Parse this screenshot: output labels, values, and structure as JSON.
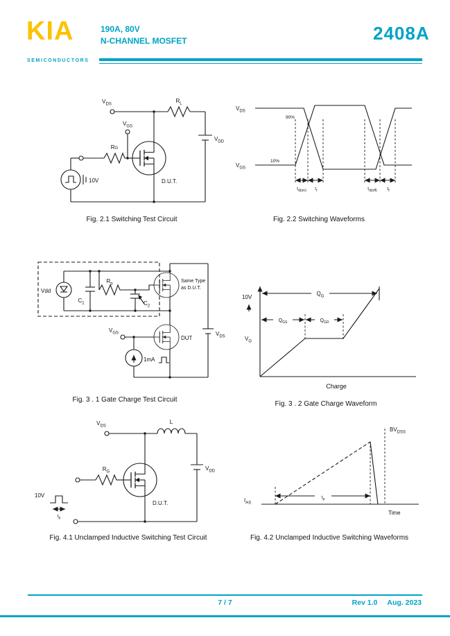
{
  "header": {
    "brand": "KIA",
    "brand_sub": "SEMICONDUCTORS",
    "rating": "190A, 80V",
    "device_type": "N-CHANNEL MOSFET",
    "part_number": "2408A"
  },
  "footer": {
    "page": "7 / 7",
    "revision": "Rev 1.0",
    "date": "Aug. 2023"
  },
  "colors": {
    "accent_cyan": "#00A3C6",
    "brand_yellow": "#FCC200"
  },
  "fig21": {
    "caption": "Fig. 2.1 Switching Test Circuit",
    "vds": {
      "t": "V",
      "s": "DS"
    },
    "rl": {
      "t": "R",
      "s": "L"
    },
    "vdd": {
      "t": "V",
      "s": "DD"
    },
    "vgs": {
      "t": "V",
      "s": "GS"
    },
    "rg": {
      "t": "R",
      "s": "G"
    },
    "pulse_v": "10V",
    "dut": "D.U.T."
  },
  "fig22": {
    "caption": "Fig. 2.2 Switching Waveforms",
    "vds": {
      "t": "V",
      "s": "DS"
    },
    "vgs": {
      "t": "V",
      "s": "GS"
    },
    "p90": "90%",
    "p10": "10%",
    "td_on": {
      "t": "t",
      "s": "d(on)"
    },
    "tr": {
      "t": "t",
      "s": "r"
    },
    "td_off": {
      "t": "t",
      "s": "d(off)"
    },
    "tf": {
      "t": "t",
      "s": "f"
    }
  },
  "fig31": {
    "caption": "Fig. 3 . 1 Gate Charge Test Circuit",
    "vdd": "Vdd",
    "c1": {
      "t": "C",
      "s": "1"
    },
    "rp": {
      "t": "R",
      "s": "p"
    },
    "c2": {
      "t": "C",
      "s": "2"
    },
    "same_type_1": "Same Type",
    "same_type_2": "as D.U.T.",
    "vgs": {
      "t": "V",
      "s": "GS"
    },
    "dut": "DUT",
    "gate_current": "1mA",
    "vds": {
      "t": "V",
      "s": "DS"
    }
  },
  "fig32": {
    "caption": "Fig. 3 . 2 Gate Charge Waveform",
    "v10": "10V",
    "vg": {
      "t": "V",
      "s": "G"
    },
    "qg": {
      "t": "Q",
      "s": "G"
    },
    "qgs": {
      "t": "Q",
      "s": "GS"
    },
    "qgd": {
      "t": "Q",
      "s": "GD"
    },
    "xlabel": "Charge"
  },
  "fig41": {
    "caption": "Fig. 4.1 Unclamped Inductive Switching Test Circuit",
    "vds": {
      "t": "V",
      "s": "DS"
    },
    "inductor": "L",
    "vdd": {
      "t": "V",
      "s": "DD"
    },
    "rg": {
      "t": "R",
      "s": "G"
    },
    "pulse_v": "10V",
    "tp": {
      "t": "t",
      "s": "p"
    },
    "dut": "D.U.T."
  },
  "fig42": {
    "caption": "Fig. 4.2 Unclamped Inductive Switching Waveforms",
    "bvdss": {
      "t": "BV",
      "s": "DSS"
    },
    "ias": {
      "t": "I",
      "s": "AS"
    },
    "tp": {
      "t": "t",
      "s": "p"
    },
    "time": "Time"
  }
}
